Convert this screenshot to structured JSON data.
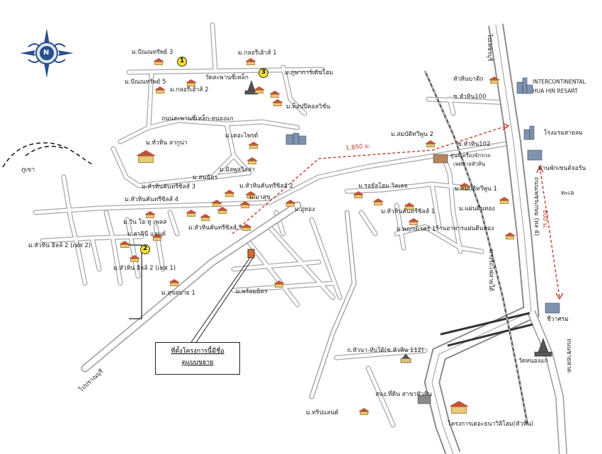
{
  "colors": {
    "road_fill": "#ffffff",
    "road_edge": "#9a9a9a",
    "highway_edge": "#8c8c8c",
    "rail": "#555555",
    "dashed_red": "#c0392b",
    "marker_yellow": "#f5e22a",
    "compass_blue": "#2a4f8f"
  },
  "icons": {
    "compass": "north-compass-rose-icon",
    "house": "housing-estate-icon",
    "building": "building-icon",
    "temple": "temple-icon",
    "marker": "numbered-marker-icon"
  },
  "compass_letter": "N",
  "markers": [
    "1",
    "2",
    "3"
  ],
  "labels": {
    "bannathap3": "ม.ปัณณทรัพย์ 3",
    "bannathap5": "ม.ปัณณทรัพย์ 5",
    "glory2": "ม.กลอรีเฮ้าส์ 2",
    "glory1": "ม.กลอรีเฮ้าส์ 1",
    "wat_saphan": "วัดสะพานซี่เหล็ก",
    "phusaya": "ม.ภูษาการ์เด้นโฮม",
    "thepkhao": "ม.ท็อปปีคอลวิชั่น",
    "thanon_saphan": "ถนนสะพานซี่เหล็ก-หนองแก",
    "huahin_lakuna": "ม.หัวหิน ลากูน่า",
    "dejaprai": "ม.เดอะไพรด์",
    "mil_pool": "ม.มิลพูลวิลล่า",
    "snchat": "ม.สนฉัตร",
    "huahin_khanthasil3": "ม.หัวหินคันทรีซิลส์ 3",
    "huahin_khanthasil4": "ม.หัวหินคันทรีซิลส์ 4",
    "huahin_khanthasil2": "ม.หัวหินคันทรีซิลส์ 2",
    "masuk": "ม.มาสุข",
    "uthong": "ม.อู่ทอง",
    "wan_o_tu": "ม.วัน โอ ทู เพลส",
    "huahin_khanthasil5": "ม.หัวหินคันทรีซิลส์ 5",
    "salini": "ม.สาลินี แลนด์",
    "huahin_hills2_phase2": "ม.หัวหิน ฮิลล์ 2 (เฟส 2)",
    "huahin_hills2_phase1": "ม.หัวหิน ฮิลล์ 2 (เฟส 1)",
    "suksabai": "ม.สุขสบาย 1",
    "phromsit": "ม.พร้อมมิตร",
    "phukhao": "ภูเขา",
    "to_pranburi": "ไปปราณบุรี",
    "to_petchaburi": "ไปเพชรบุรี",
    "hinphan_tan": "หัวหินบาติก",
    "intercon": "INTERCONTINENTAL",
    "hua_hin_resort": "HUA HIN RESART",
    "soi_huahin100": "ซ.หัวหิน100",
    "sombat_2": "ม.สมบัติทวีพูน 2",
    "soi_huahin102": "ซ.หัวหิน102",
    "distance_1850": "1,850 ม.",
    "hotel_sayam": "โรงแรมสายลม",
    "soi_khrueang": "ศูนย์เครื่องจักรกล",
    "thetsaban": "เทศบาลหัวหิน",
    "ban_phak": "บ้านพักเซนต์จอร์น",
    "sea": "ทะเล",
    "royal_home": "ม.รอยัลโฮม วิลเลจ",
    "sombat_1": "ม.สมบัติทวีพูน 1",
    "huahin_khanthasil1": "ม.หัวหินคันทรีซิลส์ 1",
    "phak_dinthong": "ม.แผ่นดินทอง",
    "phrut_1": "ม.พฤกษ์เรศร์ 1",
    "ran_ahan": "ร้านอาหารแผ่นดินทอง",
    "railway": "ทางรถไฟสายใต้",
    "phetkasem": "ถนนเพชรเกษม (ทล 4)",
    "distance_800": "800 ม.",
    "chiwa_som": "ชีวาศรม",
    "project_line1": "ที่ตั้งโครงการนี้มีชื่อ",
    "project_line2": "ดูแบบขยาย",
    "road_huana": "ถ.หัวนา-ทับใต้(ซ.หัวหิน 112)",
    "wat_nongkae": "วัดหนองแก",
    "thanon_chaihat": "ถนนชายหาด",
    "sanam_thidin": "สนง.ที่ดิน สาขาหัวหิน",
    "tharip_land": "ม.ทริปแลนด์",
    "khrongkan": "โครงการเดอะธนาวิลิโฮม(หัวหิน)"
  }
}
